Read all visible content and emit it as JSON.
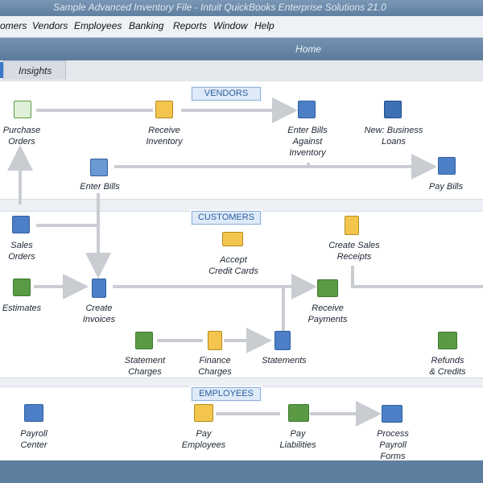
{
  "title": "Sample Advanced Inventory File  - Intuit QuickBooks Enterprise Solutions 21.0",
  "menu": [
    {
      "label": "omers"
    },
    {
      "label": "Vendors"
    },
    {
      "label": "Employees"
    },
    {
      "label": "Banking"
    },
    {
      "label": "Reports"
    },
    {
      "label": "Window"
    },
    {
      "label": "Help"
    }
  ],
  "home_title": "Home",
  "tab_insights": "Insights",
  "sections": {
    "vendors": "VENDORS",
    "customers": "CUSTOMERS",
    "employees": "EMPLOYEES"
  },
  "items": {
    "purchase_orders": "Purchase\nOrders",
    "receive_inventory": "Receive\nInventory",
    "enter_bills_against_inventory": "Enter Bills\nAgainst\nInventory",
    "new_business_loans": "New: Business\nLoans",
    "enter_bills": "Enter Bills",
    "pay_bills": "Pay Bills",
    "sales_orders": "Sales\nOrders",
    "accept_credit_cards": "Accept\nCredit Cards",
    "create_sales_receipts": "Create Sales\nReceipts",
    "estimates": "Estimates",
    "create_invoices": "Create\nInvoices",
    "receive_payments": "Receive\nPayments",
    "statement_charges": "Statement\nCharges",
    "finance_charges": "Finance\nCharges",
    "statements": "Statements",
    "refunds_credits": "Refunds\n& Credits",
    "payroll_center": "Payroll\nCenter",
    "pay_employees": "Pay\nEmployees",
    "pay_liabilities": "Pay\nLiabilities",
    "process_payroll_forms": "Process\nPayroll\nForms"
  },
  "colors": {
    "accent": "#3a78c8",
    "arrow": "#c9cdd2",
    "window": "#5e7f9f"
  }
}
